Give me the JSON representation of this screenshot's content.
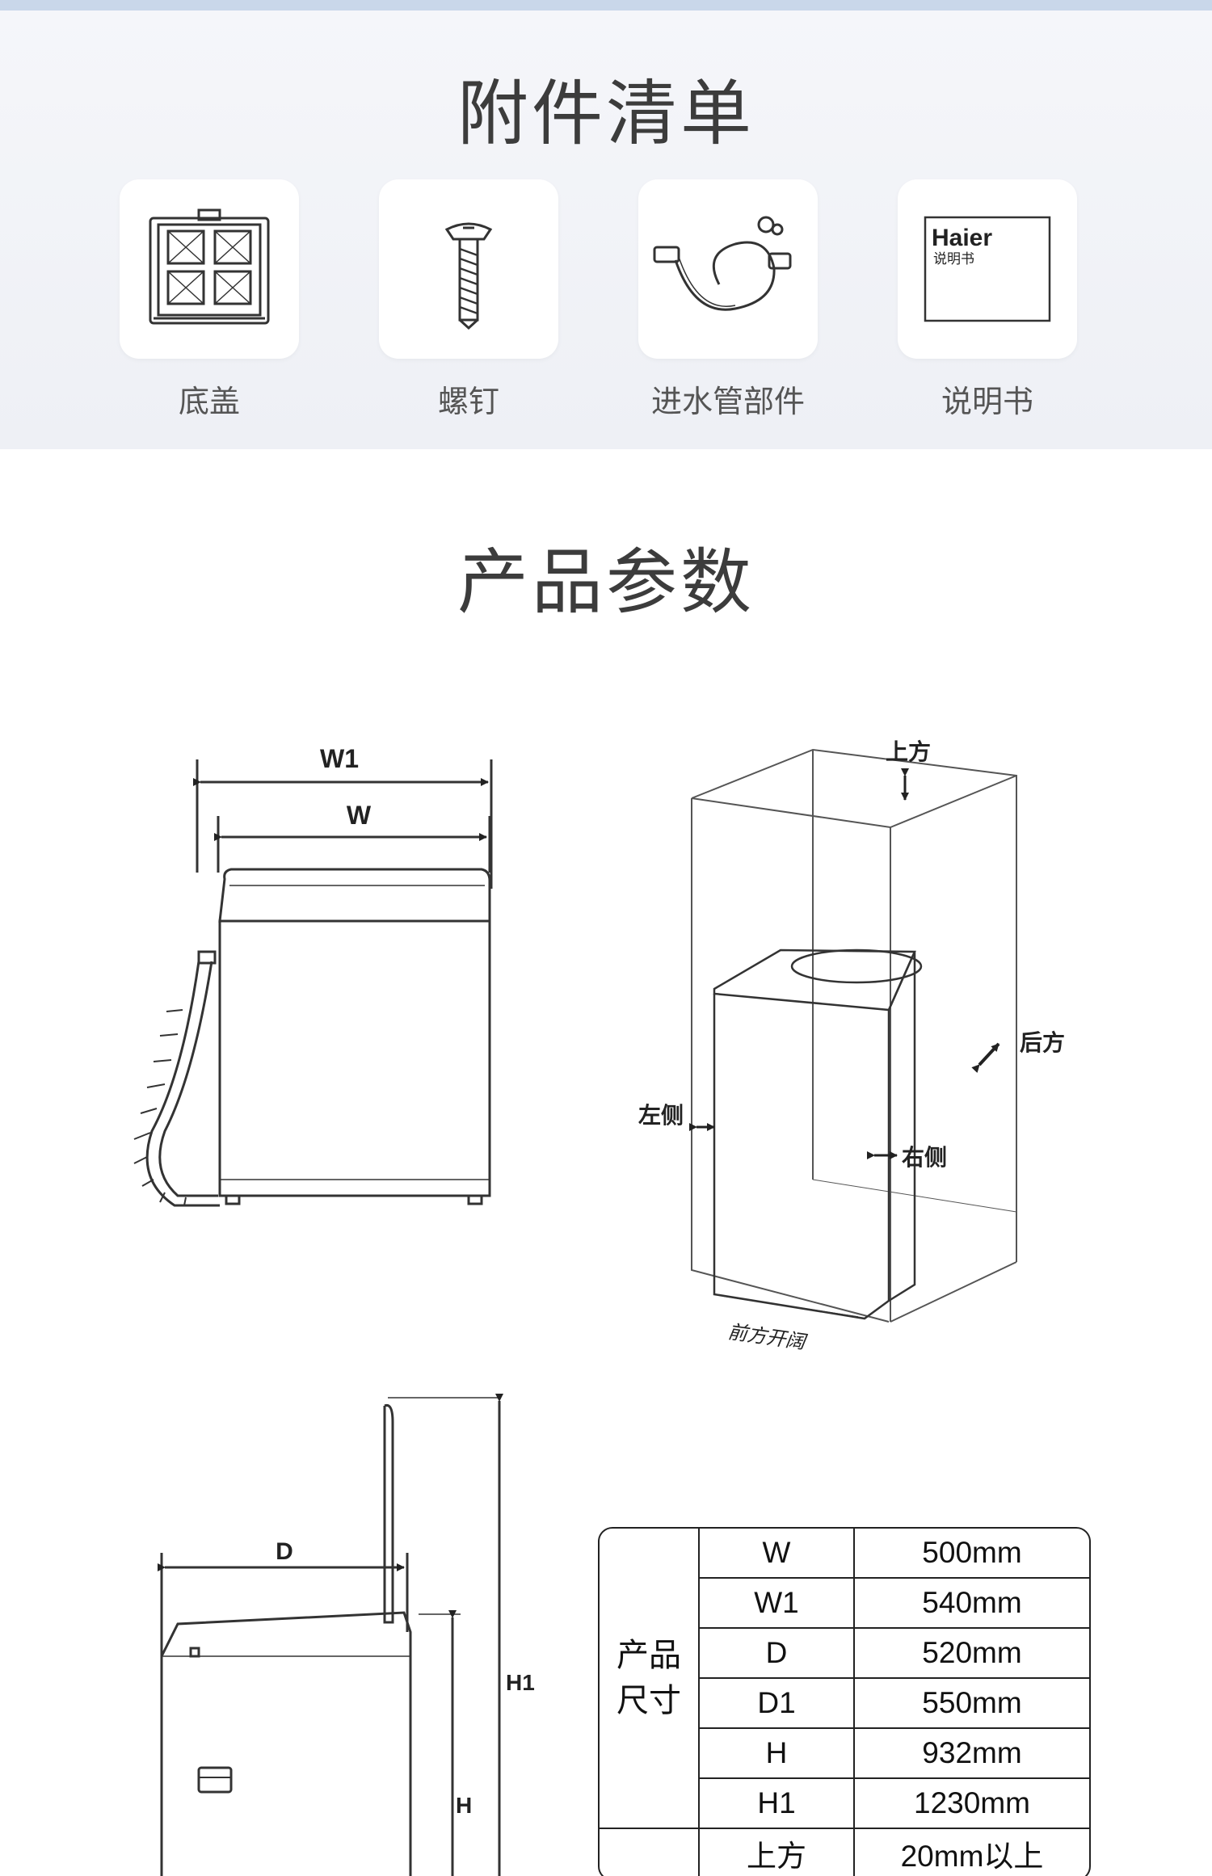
{
  "accessories": {
    "title": "附件清单",
    "items": [
      {
        "label": "底盖",
        "icon": "base-cover-icon"
      },
      {
        "label": "螺钉",
        "icon": "screw-icon"
      },
      {
        "label": "进水管部件",
        "icon": "inlet-hose-icon"
      },
      {
        "label": "说明书",
        "icon": "manual-icon"
      }
    ],
    "manual_brand": "Haier",
    "manual_text": "说明书"
  },
  "params": {
    "title": "产品参数"
  },
  "diagram_labels": {
    "w1": "W1",
    "w": "W",
    "top": "上方",
    "back": "后方",
    "left": "左侧",
    "right": "右侧",
    "front": "前方开阔",
    "d": "D",
    "h1": "H1",
    "h": "H"
  },
  "spec_table": {
    "group1_line1": "产品",
    "group1_line2": "尺寸",
    "rows": [
      {
        "key": "W",
        "value": "500mm"
      },
      {
        "key": "W1",
        "value": "540mm"
      },
      {
        "key": "D",
        "value": "520mm"
      },
      {
        "key": "D1",
        "value": "550mm"
      },
      {
        "key": "H",
        "value": "932mm"
      },
      {
        "key": "H1",
        "value": "1230mm"
      }
    ],
    "row7_key": "上方",
    "row7_value": "20mm以上"
  }
}
